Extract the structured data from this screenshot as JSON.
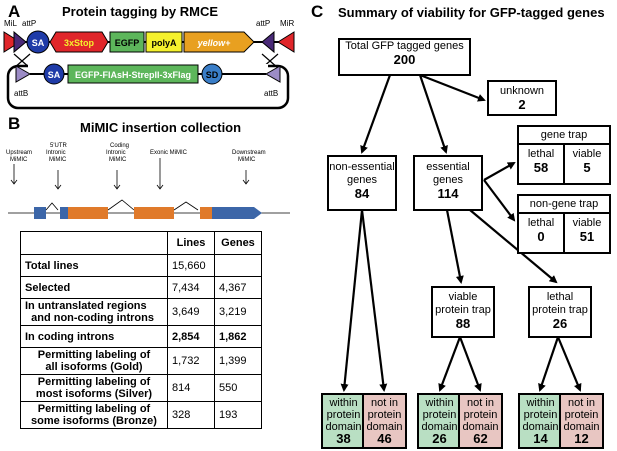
{
  "panelA": {
    "letter": "A",
    "title": "Protein tagging by RMCE",
    "top_labels": [
      "MiL",
      "attP",
      "attP",
      "MiR"
    ],
    "top_cassette": [
      "SA",
      "3xStop",
      "EGFP",
      "polyA",
      "yellow+"
    ],
    "bottom_labels": [
      "attB",
      "attB"
    ],
    "bottom_cassette": [
      "SA",
      "EGFP-FlAsH-StrepII-3xFlag",
      "SD"
    ]
  },
  "panelB": {
    "letter": "B",
    "title": "MiMIC insertion collection",
    "gene_labels": [
      {
        "line1": "Upstream",
        "line2": "MiMIC"
      },
      {
        "line1": "5'UTR",
        "line2": "Intronic",
        "line3": "MiMIC"
      },
      {
        "line1": "Coding",
        "line2": "Intronic",
        "line3": "MiMIC"
      },
      {
        "line1": "Exonic  MiMIC"
      },
      {
        "line1": "Downstream",
        "line2": "MiMIC"
      }
    ],
    "table": {
      "headers": [
        "",
        "Lines",
        "Genes"
      ],
      "rows": [
        {
          "label1": "Total lines",
          "label2": "",
          "lines": "15,660",
          "genes": ""
        },
        {
          "label1": "Selected",
          "label2": "",
          "lines": "7,434",
          "genes": "4,367"
        },
        {
          "label1": "In untranslated regions",
          "label2": "and non-coding introns",
          "lines": "3,649",
          "genes": "3,219"
        },
        {
          "label1": "In coding introns",
          "label2": "",
          "lines": "2,854",
          "genes": "1,862"
        },
        {
          "label1": "Permitting labeling of",
          "label2": "all isoforms (Gold)",
          "lines": "1,732",
          "genes": "1,399"
        },
        {
          "label1": "Permitting labeling of",
          "label2": "most isoforms (Silver)",
          "lines": "814",
          "genes": "550"
        },
        {
          "label1": "Permitting labeling of",
          "label2": "some isoforms (Bronze)",
          "lines": "328",
          "genes": "193"
        }
      ]
    }
  },
  "panelC": {
    "letter": "C",
    "title": "Summary of viability for GFP-tagged genes",
    "total": {
      "label": "Total GFP tagged genes",
      "value": "200"
    },
    "unknown": {
      "label": "unknown",
      "value": "2"
    },
    "nonessential": {
      "label1": "non-essential",
      "label2": "genes",
      "value": "84"
    },
    "essential": {
      "label1": "essential",
      "label2": "genes",
      "value": "114"
    },
    "gene_trap": {
      "title": "gene trap",
      "lethal_label": "lethal",
      "lethal_value": "58",
      "viable_label": "viable",
      "viable_value": "5"
    },
    "non_gene_trap": {
      "title": "non-gene trap",
      "lethal_label": "lethal",
      "lethal_value": "0",
      "viable_label": "viable",
      "viable_value": "51"
    },
    "viable_trap": {
      "label1": "viable",
      "label2": "protein trap",
      "value": "88"
    },
    "lethal_trap": {
      "label1": "lethal",
      "label2": "protein trap",
      "value": "26"
    },
    "leaves": [
      {
        "label1": "within",
        "label2": "protein",
        "label3": "domain",
        "value": "38",
        "color": "#b9dfc3"
      },
      {
        "label1": "not in",
        "label2": "protein",
        "label3": "domain",
        "value": "46",
        "color": "#e8c6c2"
      },
      {
        "label1": "within",
        "label2": "protein",
        "label3": "domain",
        "value": "26",
        "color": "#b9dfc3"
      },
      {
        "label1": "not in",
        "label2": "protein",
        "label3": "domain",
        "value": "62",
        "color": "#e8c6c2"
      },
      {
        "label1": "within",
        "label2": "protein",
        "label3": "domain",
        "value": "14",
        "color": "#b9dfc3"
      },
      {
        "label1": "not in",
        "label2": "protein",
        "label3": "domain",
        "value": "12",
        "color": "#e8c6c2"
      }
    ]
  },
  "colors": {
    "stop_red": "#e0262a",
    "egfp_green": "#5db65b",
    "polya_yellow": "#f5f12d",
    "yellow_orange": "#e8a020",
    "sa_blue": "#1f3ba8",
    "sd_blue": "#3a7ec8",
    "mil_purple": "#4a2a78",
    "att_lilac": "#9c8cc6",
    "exon_blue": "#3c66a8",
    "exon_orange": "#e07a2a"
  }
}
